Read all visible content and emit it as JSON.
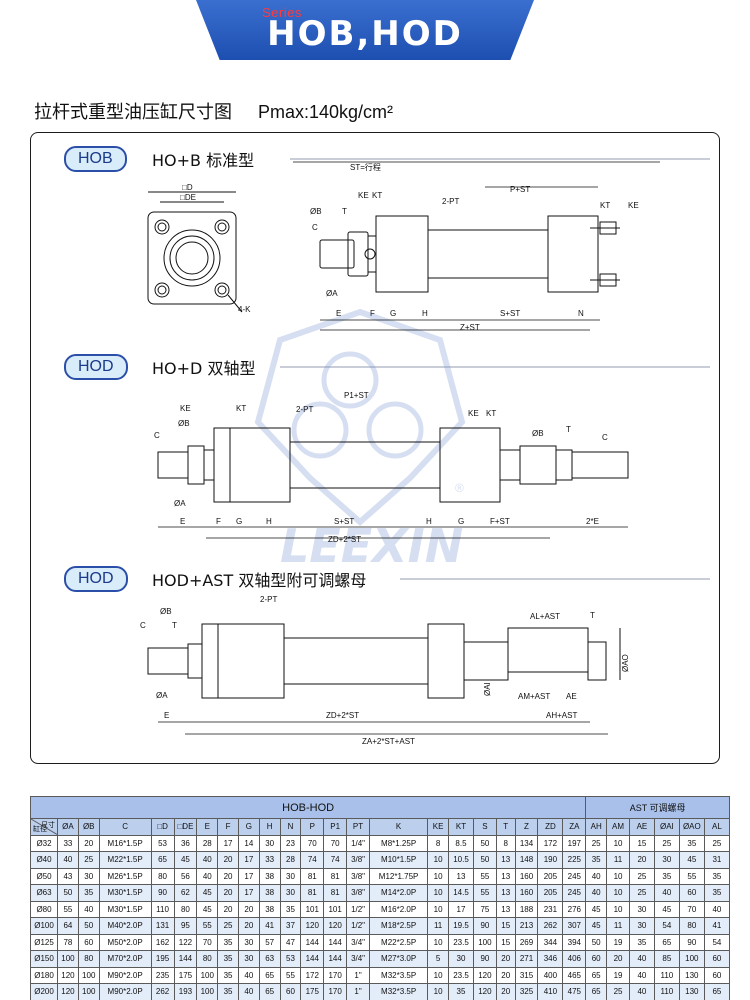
{
  "header": {
    "series": "Series",
    "title": "HOB,HOD",
    "heading": "拉杆式重型油压缸尺寸图",
    "pmax": "Pmax:140kg/cm²"
  },
  "watermark": {
    "text": "LEEXIN",
    "registered": "®"
  },
  "sections": [
    {
      "tag": "HOB",
      "title": "HO+B  标准型"
    },
    {
      "tag": "HOD",
      "title": "HO+D  双轴型"
    },
    {
      "tag": "HOD",
      "title": "HOD+AST  双轴型附可调螺母"
    }
  ],
  "labels": {
    "st": "ST=行程",
    "D": "□D",
    "DE": "□DE",
    "K4": "4-K",
    "B": "ØB",
    "A": "ØA",
    "C": "C",
    "T": "T",
    "KE": "KE",
    "KT": "KT",
    "PT2": "2-PT",
    "PST": "P+ST",
    "P1ST": "P1+ST",
    "E": "E",
    "F": "F",
    "G": "G",
    "H": "H",
    "SST": "S+ST",
    "N": "N",
    "ZST": "Z+ST",
    "FST": "F+ST",
    "E2": "2*E",
    "ZD2ST": "ZD+2*ST",
    "ALAST": "AL+AST",
    "AMAST": "AM+AST",
    "AE": "AE",
    "AHAST": "AH+AST",
    "AI": "ØAI",
    "AO": "ØAO",
    "ZA": "ZA+2*ST+AST"
  },
  "table": {
    "title": "HOB-HOD",
    "ast_title": "AST 可调螺母",
    "corner_top": "尺寸",
    "corner_bottom": "缸径",
    "columns": [
      "ØA",
      "ØB",
      "C",
      "□D",
      "□DE",
      "E",
      "F",
      "G",
      "H",
      "N",
      "P",
      "P1",
      "PT",
      "K",
      "KE",
      "KT",
      "S",
      "T",
      "Z",
      "ZD",
      "ZA",
      "AH",
      "AM",
      "AE",
      "ØAI",
      "ØAO",
      "AL"
    ],
    "rows": [
      [
        "Ø32",
        "33",
        "20",
        "M16*1.5P",
        "53",
        "36",
        "28",
        "17",
        "14",
        "30",
        "23",
        "70",
        "70",
        "1/4\"",
        "M8*1.25P",
        "8",
        "8.5",
        "50",
        "8",
        "134",
        "172",
        "197",
        "25",
        "10",
        "15",
        "25",
        "35",
        "25"
      ],
      [
        "Ø40",
        "40",
        "25",
        "M22*1.5P",
        "65",
        "45",
        "40",
        "20",
        "17",
        "33",
        "28",
        "74",
        "74",
        "3/8\"",
        "M10*1.5P",
        "10",
        "10.5",
        "50",
        "13",
        "148",
        "190",
        "225",
        "35",
        "11",
        "20",
        "30",
        "45",
        "31"
      ],
      [
        "Ø50",
        "43",
        "30",
        "M26*1.5P",
        "80",
        "56",
        "40",
        "20",
        "17",
        "38",
        "30",
        "81",
        "81",
        "3/8\"",
        "M12*1.75P",
        "10",
        "13",
        "55",
        "13",
        "160",
        "205",
        "245",
        "40",
        "10",
        "25",
        "35",
        "55",
        "35"
      ],
      [
        "Ø63",
        "50",
        "35",
        "M30*1.5P",
        "90",
        "62",
        "45",
        "20",
        "17",
        "38",
        "30",
        "81",
        "81",
        "3/8\"",
        "M14*2.0P",
        "10",
        "14.5",
        "55",
        "13",
        "160",
        "205",
        "245",
        "40",
        "10",
        "25",
        "40",
        "60",
        "35"
      ],
      [
        "Ø80",
        "55",
        "40",
        "M30*1.5P",
        "110",
        "80",
        "45",
        "20",
        "20",
        "38",
        "35",
        "101",
        "101",
        "1/2\"",
        "M16*2.0P",
        "10",
        "17",
        "75",
        "13",
        "188",
        "231",
        "276",
        "45",
        "10",
        "30",
        "45",
        "70",
        "40"
      ],
      [
        "Ø100",
        "64",
        "50",
        "M40*2.0P",
        "131",
        "95",
        "55",
        "25",
        "20",
        "41",
        "37",
        "120",
        "120",
        "1/2\"",
        "M18*2.5P",
        "11",
        "19.5",
        "90",
        "15",
        "213",
        "262",
        "307",
        "45",
        "11",
        "30",
        "54",
        "80",
        "41"
      ],
      [
        "Ø125",
        "78",
        "60",
        "M50*2.0P",
        "162",
        "122",
        "70",
        "35",
        "30",
        "57",
        "47",
        "144",
        "144",
        "3/4\"",
        "M22*2.5P",
        "10",
        "23.5",
        "100",
        "15",
        "269",
        "344",
        "394",
        "50",
        "19",
        "35",
        "65",
        "90",
        "54"
      ],
      [
        "Ø150",
        "100",
        "80",
        "M70*2.0P",
        "195",
        "144",
        "80",
        "35",
        "30",
        "63",
        "53",
        "144",
        "144",
        "3/4\"",
        "M27*3.0P",
        "5",
        "30",
        "90",
        "20",
        "271",
        "346",
        "406",
        "60",
        "20",
        "40",
        "85",
        "100",
        "60"
      ],
      [
        "Ø180",
        "120",
        "100",
        "M90*2.0P",
        "235",
        "175",
        "100",
        "35",
        "40",
        "65",
        "55",
        "172",
        "170",
        "1\"",
        "M32*3.5P",
        "10",
        "23.5",
        "120",
        "20",
        "315",
        "400",
        "465",
        "65",
        "19",
        "40",
        "110",
        "130",
        "60"
      ],
      [
        "Ø200",
        "120",
        "100",
        "M90*2.0P",
        "262",
        "193",
        "100",
        "35",
        "40",
        "65",
        "60",
        "175",
        "170",
        "1\"",
        "M32*3.5P",
        "10",
        "35",
        "120",
        "20",
        "325",
        "410",
        "475",
        "65",
        "25",
        "40",
        "110",
        "130",
        "65"
      ]
    ]
  }
}
